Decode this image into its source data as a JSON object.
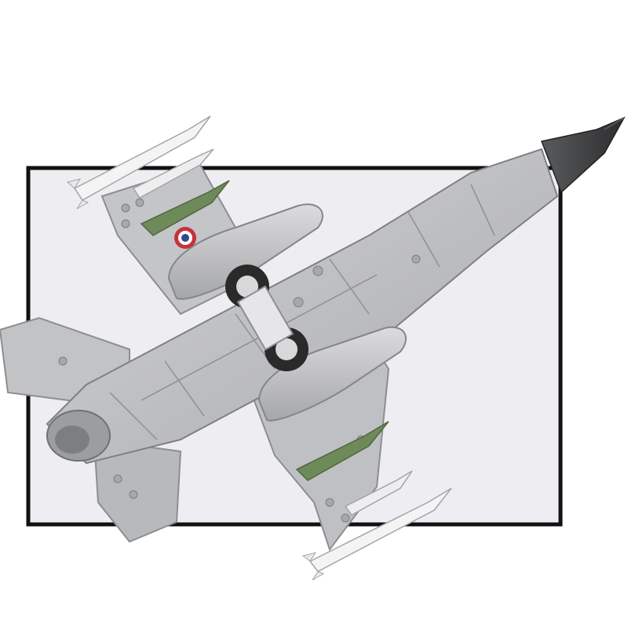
{
  "scene": {
    "subject": "lego-style-fighter-jet-model",
    "view": "underside",
    "background_color": "#ffffff",
    "backdrop_panel": {
      "fill": "#eeeef2",
      "border": "#111111"
    },
    "colors": {
      "hull_light": "#c9cacc",
      "hull_mid": "#b3b4b7",
      "hull_dark": "#8d8e91",
      "nose_cone": "#3d3e40",
      "missile_white": "#f4f4f4",
      "missile_green": "#6e8a58",
      "tyre": "#2a2a2a",
      "roundel_red": "#c4333b",
      "roundel_blue": "#2f4a8a"
    },
    "markings": [
      {
        "type": "roundel",
        "icon": "roundel-icon",
        "placement": "left-wing"
      }
    ]
  }
}
